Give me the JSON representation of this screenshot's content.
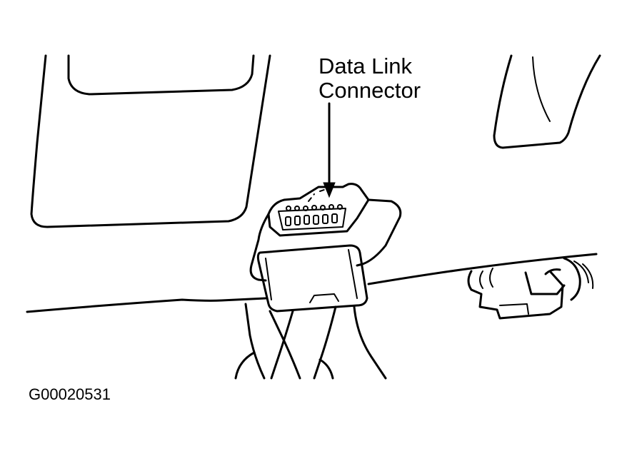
{
  "diagram": {
    "callout": {
      "line1": "Data Link",
      "line2": "Connector"
    },
    "figure_id": "G00020531"
  }
}
